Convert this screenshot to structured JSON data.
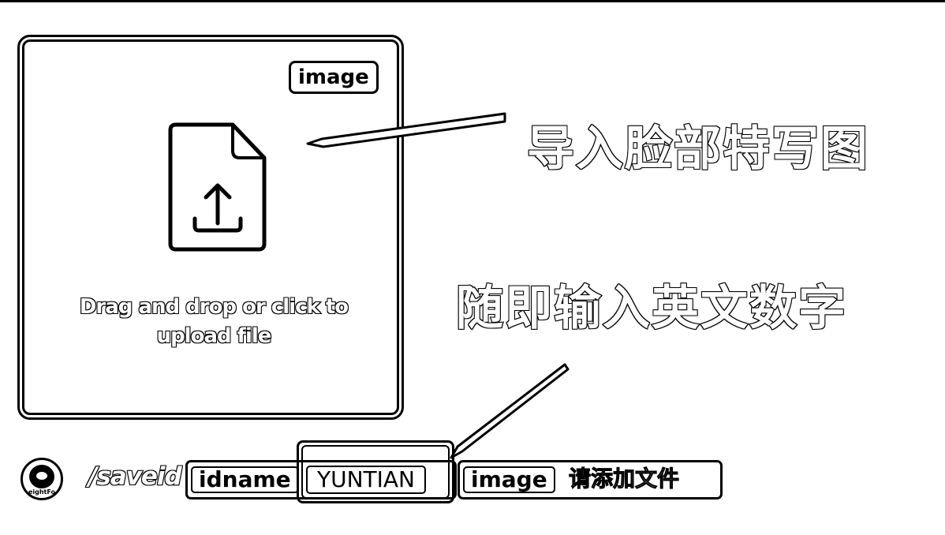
{
  "upload": {
    "tag": "image",
    "instruction": "Drag and drop or click to upload file"
  },
  "callouts": {
    "face_image": "导入脸部特写图",
    "random_input": "随即输入英文数字"
  },
  "command_bar": {
    "avatar_label": "eightFo",
    "command": "/saveid",
    "params": [
      {
        "name": "idname",
        "value": "YUNTIAN"
      },
      {
        "name": "image",
        "value": "请添加文件"
      }
    ]
  },
  "icons": {
    "upload_file": "file-upload-icon",
    "avatar": "bot-avatar-icon"
  },
  "colors": {
    "foreground": "#000000",
    "background": "#ffffff"
  }
}
